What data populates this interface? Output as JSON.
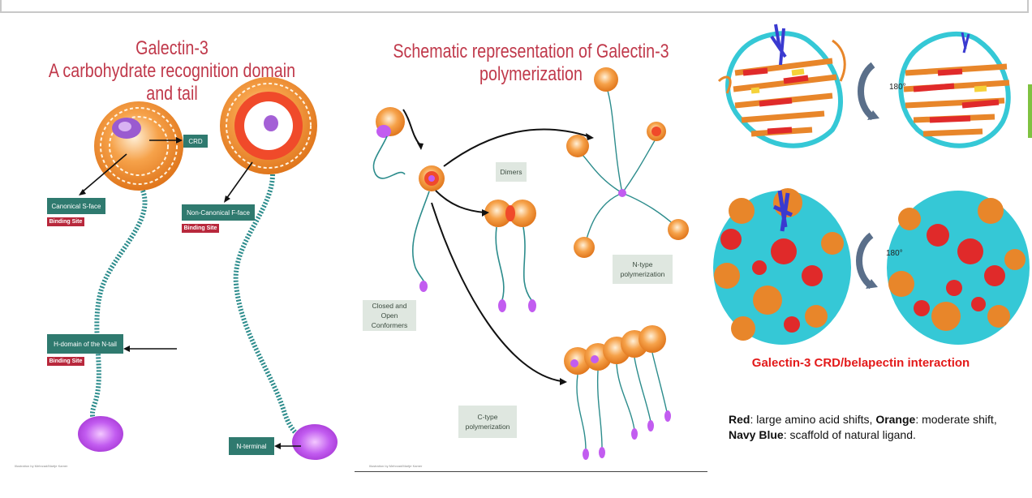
{
  "panel_left": {
    "title_line1": "Galectin-3",
    "title_line2": "A carbohydrate recognition domain and tail",
    "labels": {
      "crd": "CRD",
      "canonical": "Canonical S-face",
      "noncanonical": "Non-Canonical F-face",
      "hdomain": "H-domain of the N-tail",
      "nterminal": "N-terminal",
      "binding_site": "Binding Site"
    },
    "credit": "Illustration by Mehrzad/Martje Kamer"
  },
  "panel_middle": {
    "title_line1": "Schematic representation of Galectin-3",
    "title_line2": "polymerization",
    "labels": {
      "dimers": "Dimers",
      "ntype": "N-type polymerization",
      "ctype": "C-type polymerization",
      "conformers": "Closed and Open Conformers"
    },
    "credit": "Illustration by Mehrzad/Martje Kamer"
  },
  "panel_right": {
    "rotation_top": "180°",
    "rotation_bottom": "180°",
    "caption": "Galectin-3 CRD/belapectin interaction",
    "legend": {
      "red_term": "Red",
      "red_text": ": large amino acid shifts, ",
      "orange_term": "Orange",
      "orange_text": ": moderate shift, ",
      "navy_term": "Navy Blue",
      "navy_text": ": scaffold of natural ligand."
    }
  },
  "colors": {
    "title": "#c0394b",
    "teal_label": "#2f7a6f",
    "binding_red": "#b8283c",
    "caption_red": "#e31a1a",
    "cyan": "#35c8d6",
    "orange": "#e8862a",
    "purple": "#b04ce6"
  }
}
